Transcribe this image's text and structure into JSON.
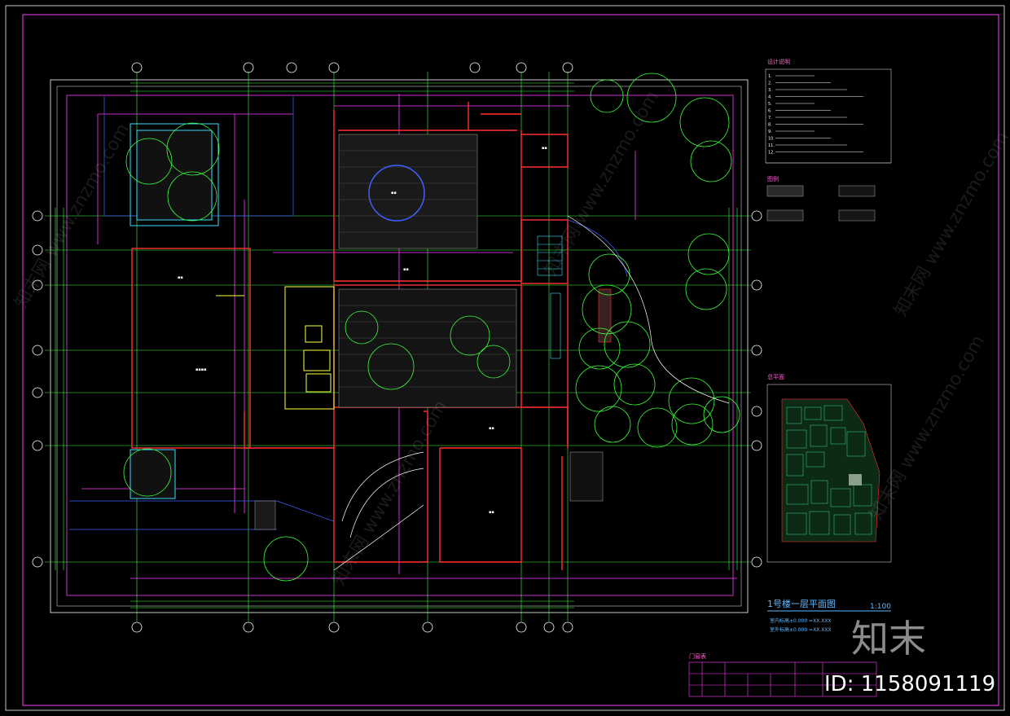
{
  "plan": {
    "title": "1号楼一层平面图",
    "scale": "1:100",
    "sub_lines": [
      "室内标高±0.000 =XX.XXX",
      "室外标高±0.000 =XX.XXX"
    ]
  },
  "notes": {
    "title": "设计说明",
    "lines": [
      "1.",
      "2.",
      "3.",
      "4.",
      "5.",
      "6.",
      "7.",
      "8.",
      "9.",
      "10.",
      "11.",
      "12."
    ]
  },
  "legend": {
    "title": "图例",
    "items": [
      "",
      "",
      "",
      ""
    ]
  },
  "location_map": {
    "title": "总平面"
  },
  "table": {
    "title": "门窗表"
  },
  "axes": {
    "top": [
      "",
      "",
      "",
      "",
      "",
      "",
      ""
    ],
    "left": [
      "",
      "",
      "",
      "",
      "",
      "",
      ""
    ],
    "right": [
      "",
      "",
      "",
      "",
      ""
    ]
  },
  "watermark": {
    "brand": "知末",
    "id_text": "ID: 1158091119",
    "repeat": "知末网 www.znzmo.com"
  },
  "colors": {
    "background": "#000000",
    "axis_green": "#3cff3c",
    "wall_red": "#ff3030",
    "magenta": "#ff3cff",
    "cyan": "#3cdcff",
    "blue": "#4060ff",
    "yellow": "#ffff40",
    "white": "#ffffff"
  }
}
